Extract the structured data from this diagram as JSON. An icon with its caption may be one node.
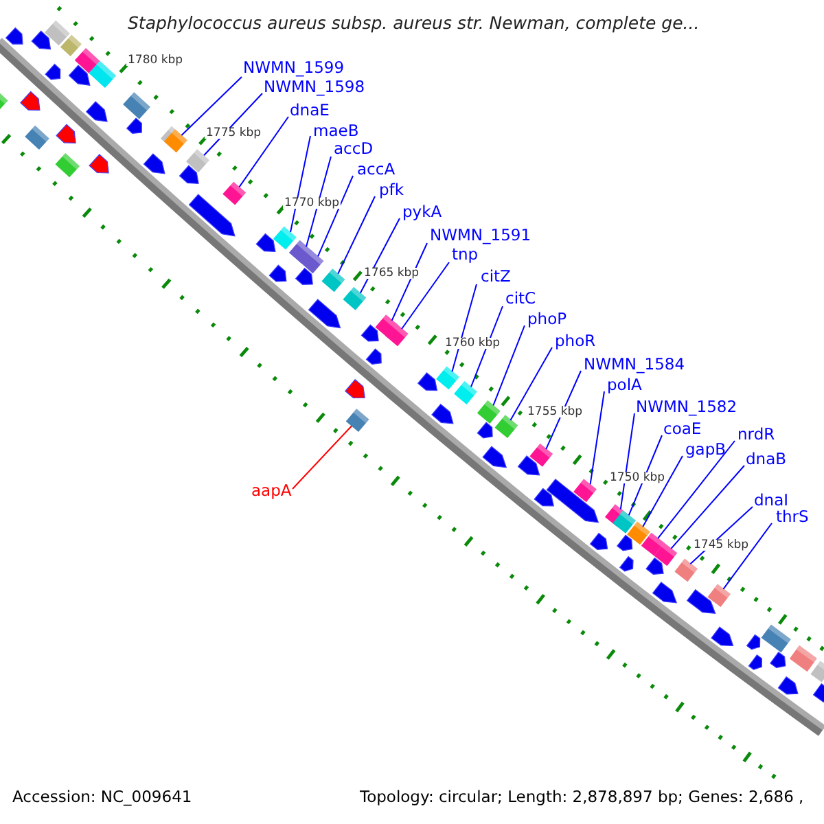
{
  "diagram": {
    "title": "Staphylococcus aureus subsp. aureus str. Newman, complete ge...",
    "nodes": [
      {
        "text": [
          "NWMN_1599"
        ]
      },
      {
        "text": [
          "NWMN_1598"
        ]
      },
      {
        "text": [
          "dnaE"
        ]
      },
      {
        "text": [
          "maeB"
        ]
      },
      {
        "text": [
          "accD"
        ]
      },
      {
        "text": [
          "accA"
        ]
      },
      {
        "text": [
          "pfk"
        ]
      },
      {
        "text": [
          "pykA"
        ]
      },
      {
        "text": [
          "NWMN_1591"
        ]
      },
      {
        "text": [
          "tnp"
        ]
      },
      {
        "text": [
          "citZ"
        ]
      },
      {
        "text": [
          "citC"
        ]
      },
      {
        "text": [
          "phoP"
        ]
      },
      {
        "text": [
          "phoR"
        ]
      },
      {
        "text": [
          "NWMN_1584"
        ]
      },
      {
        "text": [
          "polA"
        ]
      },
      {
        "text": [
          "NWMN_1582"
        ]
      },
      {
        "text": [
          "coaE"
        ]
      },
      {
        "text": [
          "gapB"
        ]
      },
      {
        "text": [
          "nrdR"
        ]
      },
      {
        "text": [
          "dnaB"
        ]
      },
      {
        "text": [
          "dnaI"
        ]
      },
      {
        "text": [
          "thrS"
        ]
      },
      {
        "text": [
          "aapA"
        ]
      },
      {
        "text": [],
        "shape": "box"
      },
      {
        "text": [],
        "shape": "box"
      },
      {
        "text": [],
        "shape": "box"
      },
      {
        "text": [],
        "shape": "box"
      },
      {
        "text": [],
        "shape": "box"
      },
      {
        "text": [],
        "shape": "box"
      },
      {
        "text": [],
        "shape": "box"
      },
      {
        "text": [],
        "shape": "box"
      },
      {
        "text": [],
        "shape": "box"
      },
      {
        "text": [],
        "shape": "box"
      },
      {
        "text": [],
        "shape": "box"
      },
      {
        "text": [],
        "shape": "box"
      },
      {
        "text": [],
        "shape": "box"
      },
      {
        "text": [],
        "shape": "box"
      },
      {
        "text": [],
        "shape": "box"
      },
      {
        "text": [],
        "shape": "box"
      },
      {
        "text": [],
        "shape": "box"
      },
      {
        "text": [],
        "shape": "box"
      },
      {
        "text": [],
        "shape": "box"
      },
      {
        "text": [],
        "shape": "box"
      },
      {
        "text": [],
        "shape": "box"
      },
      {
        "text": [],
        "shape": "box"
      },
      {
        "text": [],
        "shape": "box"
      },
      {
        "text": [],
        "shape": "box"
      }
    ],
    "edges": [
      {
        "from": 0,
        "to": 24,
        "arrow": "none"
      },
      {
        "from": 1,
        "to": 25,
        "arrow": "none"
      },
      {
        "from": 2,
        "to": 26,
        "arrow": "none"
      },
      {
        "from": 3,
        "to": 27,
        "arrow": "none"
      },
      {
        "from": 4,
        "to": 28,
        "arrow": "none"
      },
      {
        "from": 5,
        "to": 29,
        "arrow": "none"
      },
      {
        "from": 6,
        "to": 30,
        "arrow": "none"
      },
      {
        "from": 7,
        "to": 31,
        "arrow": "none"
      },
      {
        "from": 8,
        "to": 32,
        "arrow": "none"
      },
      {
        "from": 9,
        "to": 33,
        "arrow": "none"
      },
      {
        "from": 10,
        "to": 34,
        "arrow": "none"
      },
      {
        "from": 11,
        "to": 35,
        "arrow": "none"
      },
      {
        "from": 12,
        "to": 36,
        "arrow": "none"
      },
      {
        "from": 13,
        "to": 37,
        "arrow": "none"
      },
      {
        "from": 14,
        "to": 38,
        "arrow": "none"
      },
      {
        "from": 15,
        "to": 39,
        "arrow": "none"
      },
      {
        "from": 16,
        "to": 40,
        "arrow": "none"
      },
      {
        "from": 17,
        "to": 41,
        "arrow": "none"
      },
      {
        "from": 18,
        "to": 42,
        "arrow": "none"
      },
      {
        "from": 19,
        "to": 43,
        "arrow": "none"
      },
      {
        "from": 20,
        "to": 44,
        "arrow": "none"
      },
      {
        "from": 21,
        "to": 45,
        "arrow": "none"
      },
      {
        "from": 22,
        "to": 46,
        "arrow": "none"
      },
      {
        "from": 23,
        "to": 47,
        "arrow": "none",
        "color": "#ff0000"
      }
    ],
    "labels": [
      "1780 kbp",
      "1775 kbp",
      "1770 kbp",
      "1765 kbp",
      "1760 kbp",
      "1755 kbp",
      "1750 kbp",
      "1745 kbp",
      "Accession: NC_009641",
      "Topology: circular; Length: 2,878,897 bp; Genes: 2,686 ,"
    ]
  }
}
